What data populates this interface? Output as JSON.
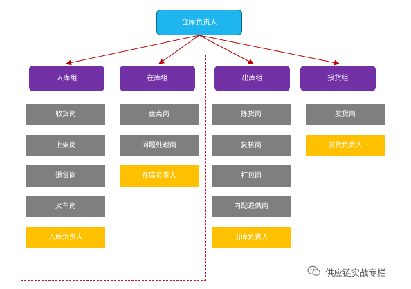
{
  "colors": {
    "root": "#1fb5ee",
    "group": "#7232a6",
    "role": "#7f7f7f",
    "lead": "#ffc000",
    "connector": "#c00000",
    "frame": "#c8102e"
  },
  "root": {
    "label": "仓库负责人"
  },
  "groups": [
    {
      "label": "入库组",
      "roles": [
        "收货岗",
        "上架岗",
        "退货岗",
        "叉车岗"
      ],
      "lead": "入库负责人"
    },
    {
      "label": "在库组",
      "roles": [
        "盘点岗",
        "问题处理岗"
      ],
      "lead": "在库负责人"
    },
    {
      "label": "出库组",
      "roles": [
        "拣货岗",
        "复核岗",
        "打包岗",
        "内配退供岗"
      ],
      "lead": "出库负责人"
    },
    {
      "label": "接货组",
      "roles": [
        "发货岗"
      ],
      "lead": "发货负责人"
    }
  ],
  "watermark": {
    "text": "供应链实战专栏",
    "icon": "wechat-icon"
  }
}
